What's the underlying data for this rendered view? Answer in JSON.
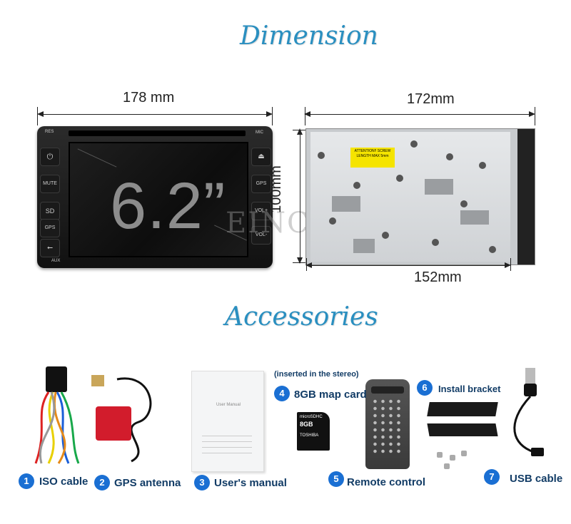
{
  "headings": {
    "dimension": "Dimension",
    "accessories": "Accessories"
  },
  "dimensions": {
    "front_width": "178 mm",
    "side_width": "172mm",
    "side_height": "100mm",
    "side_depth": "152mm",
    "screen_size": "6.2”"
  },
  "stereo_buttons": {
    "res": "RES",
    "mic": "MIC",
    "mute": "MUTE",
    "gps_left": "GPS",
    "gps_right": "GPS",
    "vol_up": "VOL+",
    "vol_down": "VOL-",
    "aux": "AUX"
  },
  "chassis_label": "ATTENTION!! SCREW LENGTH MAX 5mm",
  "watermark": "EINCAR®",
  "accessories": [
    {
      "num": "1",
      "label": "ISO cable"
    },
    {
      "num": "2",
      "label": "GPS antenna"
    },
    {
      "num": "3",
      "label": "User's manual"
    },
    {
      "num": "4",
      "label": "8GB map card",
      "note": "(inserted in the stereo)"
    },
    {
      "num": "5",
      "label": "Remote control"
    },
    {
      "num": "6",
      "label": "Install bracket"
    },
    {
      "num": "7",
      "label": "USB cable"
    }
  ],
  "manual_title": "User Manual",
  "sd_card": {
    "brand": "TOSHIBA",
    "capacity": "8GB",
    "type": "microSDHC"
  },
  "colors": {
    "heading": "#2a8fc0",
    "badge": "#1a6fd3",
    "label": "#123c66"
  }
}
